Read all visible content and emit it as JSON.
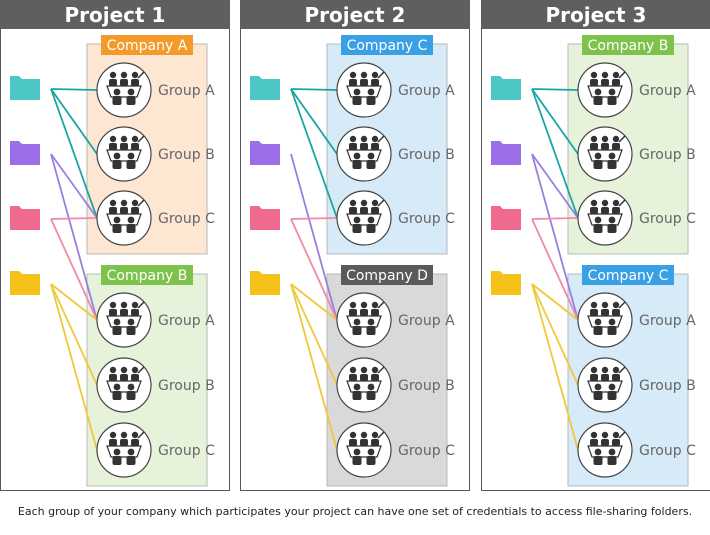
{
  "projects": [
    {
      "title": "Project 1",
      "companies": [
        {
          "name": "Company A",
          "color": "#f39a2a",
          "fill": "#fde6d2",
          "groups": [
            "Group A",
            "Group B",
            "Group C"
          ]
        },
        {
          "name": "Company B",
          "color": "#7dc24a",
          "fill": "#e6f2da",
          "groups": [
            "Group A",
            "Group B",
            "Group C"
          ]
        }
      ],
      "connections": [
        {
          "folder": 0,
          "company": 0,
          "group": 0
        },
        {
          "folder": 0,
          "company": 0,
          "group": 1
        },
        {
          "folder": 0,
          "company": 0,
          "group": 2
        },
        {
          "folder": 1,
          "company": 0,
          "group": 2
        },
        {
          "folder": 1,
          "company": 1,
          "group": 0
        },
        {
          "folder": 2,
          "company": 0,
          "group": 2
        },
        {
          "folder": 2,
          "company": 1,
          "group": 0
        },
        {
          "folder": 3,
          "company": 1,
          "group": 0
        },
        {
          "folder": 3,
          "company": 1,
          "group": 1
        },
        {
          "folder": 3,
          "company": 1,
          "group": 2
        }
      ]
    },
    {
      "title": "Project 2",
      "companies": [
        {
          "name": "Company C",
          "color": "#3aa0e6",
          "fill": "#d6eaf8",
          "groups": [
            "Group A",
            "Group B",
            "Group C"
          ]
        },
        {
          "name": "Company D",
          "color": "#5a5a5a",
          "fill": "#d9d9d9",
          "groups": [
            "Group A",
            "Group B",
            "Group C"
          ]
        }
      ],
      "connections": [
        {
          "folder": 0,
          "company": 0,
          "group": 0
        },
        {
          "folder": 0,
          "company": 0,
          "group": 1
        },
        {
          "folder": 0,
          "company": 0,
          "group": 2
        },
        {
          "folder": 1,
          "company": 1,
          "group": 0
        },
        {
          "folder": 2,
          "company": 0,
          "group": 2
        },
        {
          "folder": 2,
          "company": 1,
          "group": 0
        },
        {
          "folder": 3,
          "company": 1,
          "group": 0
        },
        {
          "folder": 3,
          "company": 1,
          "group": 1
        },
        {
          "folder": 3,
          "company": 1,
          "group": 2
        }
      ]
    },
    {
      "title": "Project 3",
      "companies": [
        {
          "name": "Company B",
          "color": "#7dc24a",
          "fill": "#e6f2da",
          "groups": [
            "Group A",
            "Group B",
            "Group C"
          ]
        },
        {
          "name": "Company C",
          "color": "#3aa0e6",
          "fill": "#d6eaf8",
          "groups": [
            "Group A",
            "Group B",
            "Group C"
          ]
        }
      ],
      "connections": [
        {
          "folder": 0,
          "company": 0,
          "group": 0
        },
        {
          "folder": 0,
          "company": 0,
          "group": 1
        },
        {
          "folder": 0,
          "company": 0,
          "group": 2
        },
        {
          "folder": 1,
          "company": 0,
          "group": 2
        },
        {
          "folder": 1,
          "company": 1,
          "group": 0
        },
        {
          "folder": 2,
          "company": 0,
          "group": 2
        },
        {
          "folder": 2,
          "company": 1,
          "group": 0
        },
        {
          "folder": 3,
          "company": 1,
          "group": 0
        },
        {
          "folder": 3,
          "company": 1,
          "group": 1
        },
        {
          "folder": 3,
          "company": 1,
          "group": 2
        }
      ]
    }
  ],
  "folders": [
    {
      "icon": "folder-icon",
      "color": "#4ec6c6",
      "line": "#1aa5a5"
    },
    {
      "icon": "folder-icon",
      "color": "#9c6ee8",
      "line": "#9a7ee0"
    },
    {
      "icon": "folder-icon",
      "color": "#f06a8f",
      "line": "#ef8aa8"
    },
    {
      "icon": "folder-icon",
      "color": "#f5c21b",
      "line": "#f0c83a"
    }
  ],
  "group_icon": "meeting-group-icon",
  "caption": "Each group of your company which participates your project can have one set of credentials to access file-sharing folders."
}
